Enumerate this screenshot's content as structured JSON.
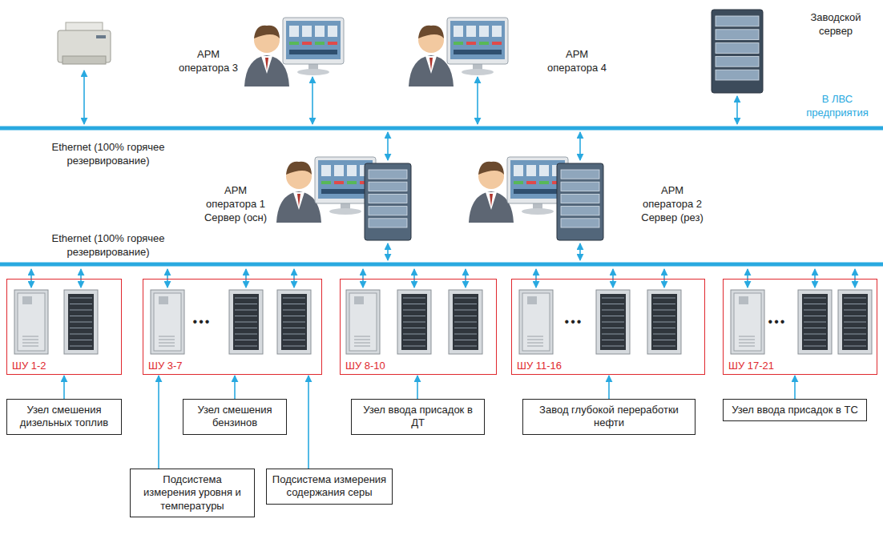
{
  "diagram": {
    "nodes": [
      {
        "text": [
          "ШУ 1-2"
        ]
      },
      {
        "text": [
          "ШУ 3-7"
        ]
      },
      {
        "text": [
          "ШУ 8-10"
        ]
      },
      {
        "text": [
          "ШУ 11-16"
        ]
      },
      {
        "text": [
          "ШУ 17-21"
        ]
      },
      {
        "text": [
          "Узел смешения дизельных топлив"
        ]
      },
      {
        "text": [
          "Узел смешения бензинов"
        ]
      },
      {
        "text": [
          "Узел ввода присадок в ДТ"
        ]
      },
      {
        "text": [
          "Завод глубокой переработки нефти"
        ]
      },
      {
        "text": [
          "Узел ввода присадок в ТС"
        ]
      },
      {
        "text": [
          "Подсистема измерения уровня и температуры"
        ]
      },
      {
        "text": [
          "Подсистема измерения содержания серы"
        ]
      }
    ],
    "edges": [
      {
        "from": 5,
        "to": 0,
        "arrow": "to"
      },
      {
        "from": 6,
        "to": 1,
        "arrow": "to"
      },
      {
        "from": 10,
        "to": 1,
        "arrow": "to"
      },
      {
        "from": 11,
        "to": 1,
        "arrow": "to"
      },
      {
        "from": 7,
        "to": 2,
        "arrow": "to"
      },
      {
        "from": 8,
        "to": 3,
        "arrow": "to"
      },
      {
        "from": 9,
        "to": 4,
        "arrow": "to"
      }
    ],
    "labels": [
      "АРМ оператора 3",
      "АРМ оператора 4",
      "Заводской сервер",
      "В ЛВС предприятия",
      "Ethernet (100% горячее резервирование)",
      "Ethernet (100% горячее резервирование)",
      "АРМ оператора 1 Сервер (осн)",
      "АРМ оператора 2 Сервер (рез)",
      "•••",
      "•••",
      "•••"
    ]
  }
}
